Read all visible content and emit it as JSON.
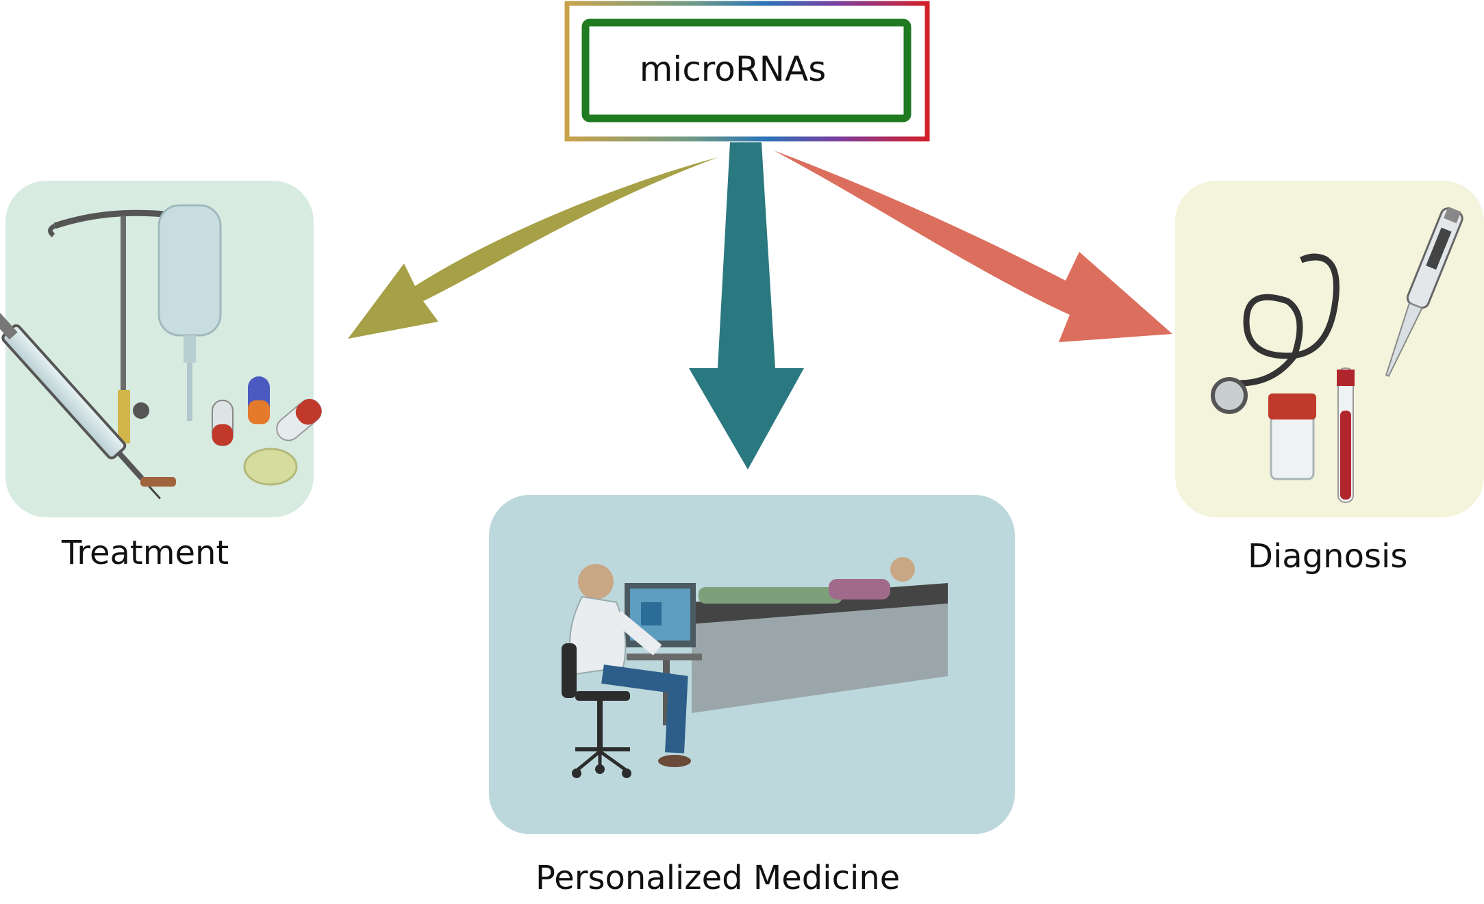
{
  "center": {
    "label": "microRNAs"
  },
  "outcomes": {
    "treatment": {
      "label": "Treatment"
    },
    "personalized": {
      "label": "Personalized Medicine"
    },
    "diagnosis": {
      "label": "Diagnosis"
    }
  },
  "colors": {
    "arrow_treatment": "#a6a046",
    "arrow_personalized": "#2a7880",
    "arrow_diagnosis": "#dc6e5e",
    "panel_treatment": "#d8ebe1",
    "panel_personalized": "#bcd8dc",
    "panel_diagnosis": "#f4f4dc",
    "box_inner_border": "#1f7a20"
  },
  "icons": {
    "treatment": [
      "iv-stand-icon",
      "iv-bag-icon",
      "syringe-icon",
      "capsule-icon",
      "tablet-icon"
    ],
    "personalized": [
      "doctor-icon",
      "computer-monitor-icon",
      "patient-on-bed-icon",
      "office-chair-icon"
    ],
    "diagnosis": [
      "stethoscope-icon",
      "pipette-icon",
      "specimen-jar-icon",
      "blood-tube-icon"
    ]
  }
}
